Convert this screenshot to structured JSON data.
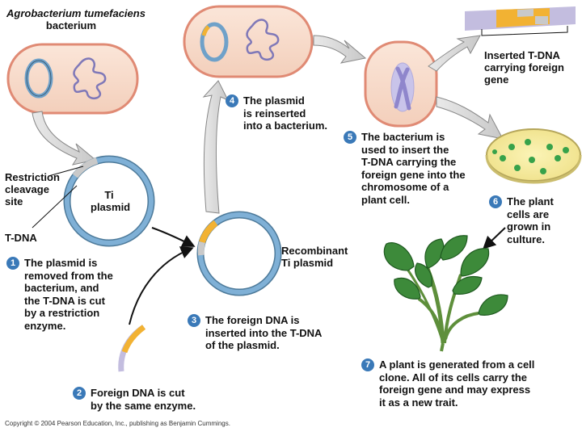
{
  "bacterium_label": {
    "species": "Agrobacterium tumefaciens",
    "word": "bacterium"
  },
  "restriction_site_label": [
    "Restriction",
    "cleavage",
    "site"
  ],
  "ti_plasmid_label": [
    "Ti",
    "plasmid"
  ],
  "tdna_label": "T-DNA",
  "recombinant_label": [
    "Recombinant",
    "Ti plasmid"
  ],
  "inserted_tdna_label": [
    "Inserted T-DNA",
    "carrying foreign",
    "gene"
  ],
  "steps": [
    {
      "number": "1",
      "lines": [
        "The plasmid is",
        "removed from the",
        "bacterium, and",
        "the T-DNA is cut",
        "by a restriction",
        "enzyme."
      ]
    },
    {
      "number": "2",
      "lines": [
        "Foreign DNA is cut",
        "by the same enzyme."
      ]
    },
    {
      "number": "3",
      "lines": [
        "The foreign DNA is",
        "inserted into the T-DNA",
        "of the plasmid."
      ]
    },
    {
      "number": "4",
      "lines": [
        "The plasmid",
        "is reinserted",
        "into a bacterium."
      ]
    },
    {
      "number": "5",
      "lines": [
        "The bacterium is",
        "used to insert the",
        "T-DNA carrying the",
        "foreign gene into the",
        "chromosome of a",
        "plant cell."
      ]
    },
    {
      "number": "6",
      "lines": [
        "The plant",
        "cells are",
        "grown in",
        "culture."
      ]
    },
    {
      "number": "7",
      "lines": [
        "A plant is generated from a cell",
        "clone. All of its cells carry the",
        "foreign gene and may express",
        "it as a new trait."
      ]
    }
  ],
  "copyright": "Copyright © 2004 Pearson Education, Inc., publishing as Benjamin Cummings.",
  "colors": {
    "plasmid_blue": "#6fa1c9",
    "tdna_gray": "#c9c9c9",
    "foreign_gold": "#f2b233",
    "cell_fill": "#f6d9c7",
    "cell_wall": "#e0806d",
    "step_badge": "#3a79b8",
    "arrow_gray": "#d2d2d2",
    "leaf_green": "#3d8a3a",
    "chromosome_purple": "#8f86cc"
  }
}
